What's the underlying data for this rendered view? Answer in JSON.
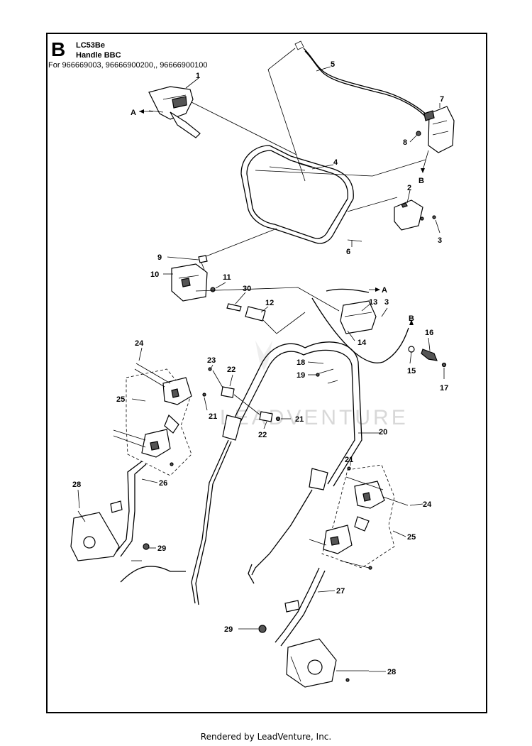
{
  "header": {
    "section_letter": "B",
    "model": "LC53Be",
    "assembly": "Handle BBC",
    "applies_to": "For 966669003, 96666900200,, 96666900100"
  },
  "watermark": "LEADVENTURE",
  "footer": "Rendered by LeadVenture, Inc.",
  "callouts": {
    "p1": "1",
    "p2": "2",
    "p3a": "3",
    "p3b": "3",
    "p4": "4",
    "p5": "5",
    "p6": "6",
    "p7": "7",
    "p8": "8",
    "p9": "9",
    "p10": "10",
    "p11": "11",
    "p12": "12",
    "p13": "13",
    "p14": "14",
    "p15": "15",
    "p16": "16",
    "p17": "17",
    "p18": "18",
    "p19": "19",
    "p20": "20",
    "p21a": "21",
    "p21b": "21",
    "p21c": "21",
    "p22a": "22",
    "p22b": "22",
    "p23": "23",
    "p24a": "24",
    "p24b": "24",
    "p25a": "25",
    "p25b": "25",
    "p26": "26",
    "p27": "27",
    "p28a": "28",
    "p28b": "28",
    "p29a": "29",
    "p29b": "29",
    "p30": "30",
    "refA1": "A",
    "refA2": "A",
    "refB1": "B",
    "refB2": "B"
  }
}
